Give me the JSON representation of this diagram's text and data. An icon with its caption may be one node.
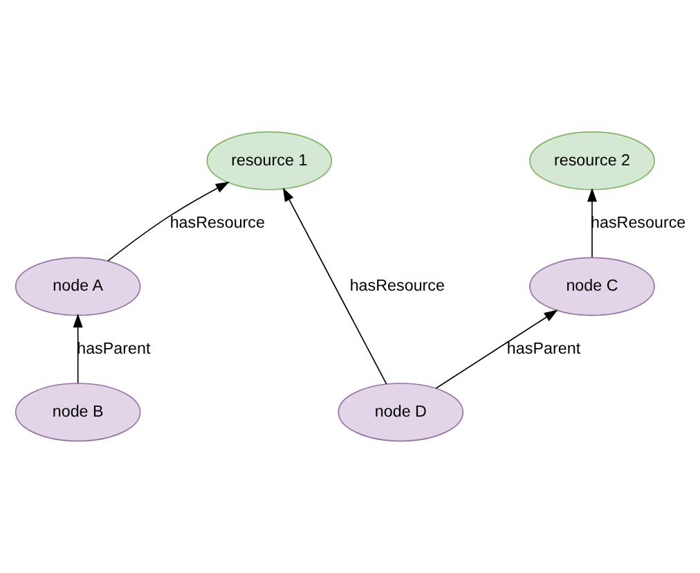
{
  "diagram": {
    "nodes": [
      {
        "text": [
          "resource 1"
        ]
      },
      {
        "text": [
          "resource 2"
        ]
      },
      {
        "text": [
          "node A"
        ]
      },
      {
        "text": [
          "node C"
        ]
      },
      {
        "text": [
          "node B"
        ]
      },
      {
        "text": [
          "node D"
        ]
      }
    ],
    "edges": [
      {
        "from": 2,
        "to": 0,
        "arrow": "to",
        "label": "hasResource"
      },
      {
        "from": 4,
        "to": 2,
        "arrow": "to",
        "label": "hasParent"
      },
      {
        "from": 5,
        "to": 0,
        "arrow": "to",
        "label": "hasResource"
      },
      {
        "from": 3,
        "to": 1,
        "arrow": "to",
        "label": "hasResource"
      },
      {
        "from": 5,
        "to": 3,
        "arrow": "to",
        "label": "hasParent"
      }
    ]
  }
}
